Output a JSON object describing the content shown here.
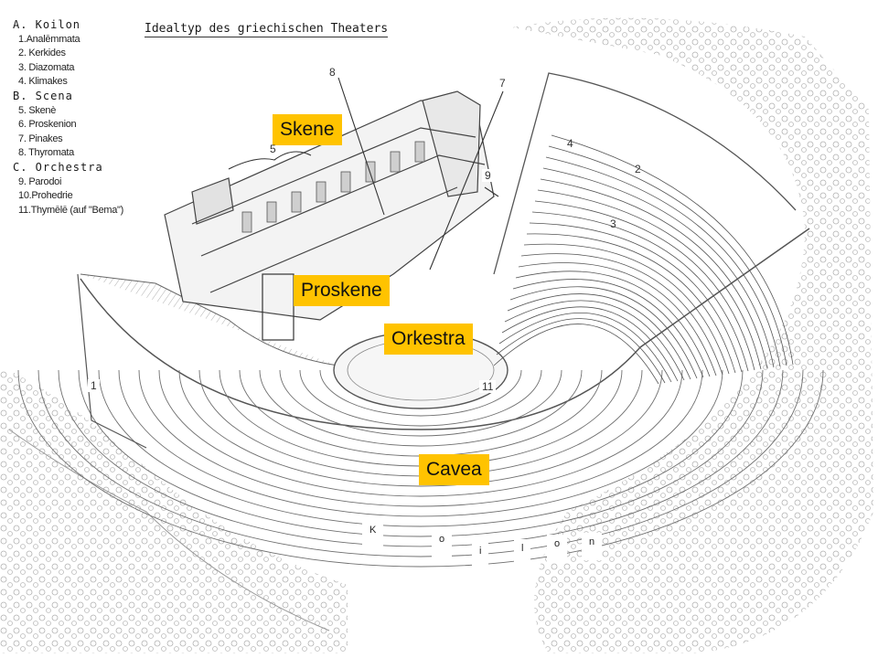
{
  "title": "Idealtyp des griechischen Theaters",
  "legend": [
    {
      "heading": "A. Koilon",
      "items": [
        "1.Analēmmata",
        "2. Kerkides",
        "3. Diazomata",
        "4. Klimakes"
      ]
    },
    {
      "heading": "B. Scena",
      "items": [
        "5. Skenè",
        "6. Proskenion",
        "7. Pinakes",
        "8. Thyromata"
      ]
    },
    {
      "heading": "C. Orchestra",
      "items": [
        "9. Parodoi",
        "10.Prohedrie",
        "11.Thymēlē (auf \"Bema\")"
      ]
    }
  ],
  "labels": {
    "skene": "Skene",
    "proskene": "Proskene",
    "orkestra": "Orkestra",
    "cavea": "Cavea"
  },
  "numbers": {
    "n1": "1",
    "n2": "2",
    "n3": "3",
    "n4": "4",
    "n5": "5",
    "n7": "7",
    "n8": "8",
    "n9": "9",
    "n11": "11"
  },
  "koilon_letters": [
    "K",
    "o",
    "i",
    "l",
    "o",
    "n"
  ],
  "colors": {
    "label_bg": "#ffc300",
    "ink": "#333333"
  }
}
